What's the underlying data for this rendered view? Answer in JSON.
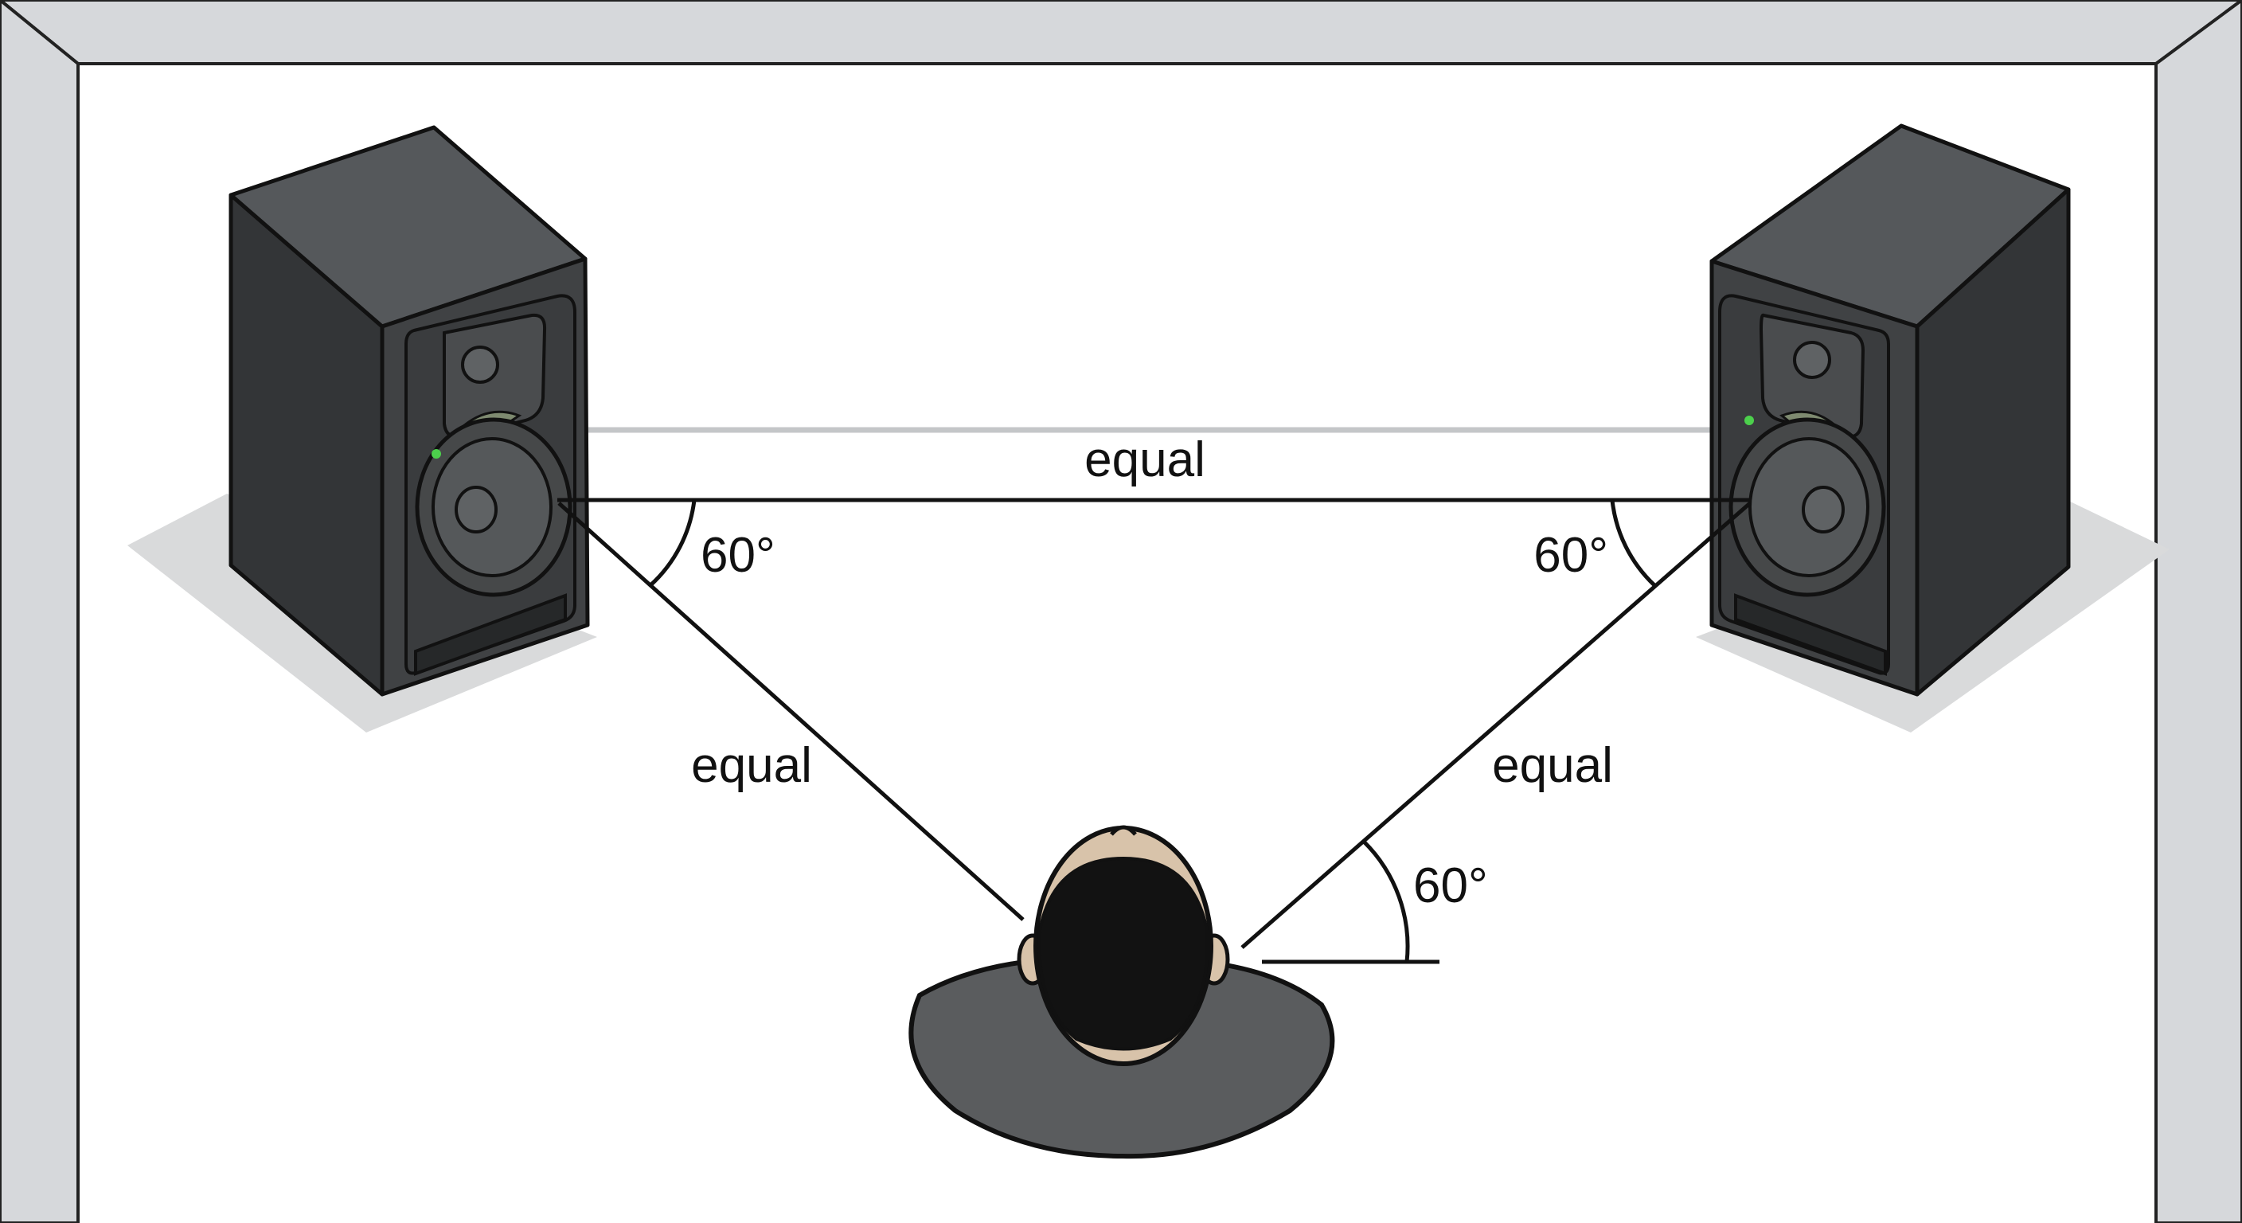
{
  "diagram": {
    "labels": {
      "top_distance": "equal",
      "left_distance": "equal",
      "right_distance": "equal",
      "left_speaker_angle": "60°",
      "right_speaker_angle": "60°",
      "listener_angle": "60°"
    },
    "colors": {
      "wall": "#d6d8db",
      "floor": "#ffffff",
      "speaker_body": "#3f4143",
      "speaker_side": "#333537",
      "speaker_top": "#55585b",
      "shadow": "#d9dadb",
      "led": "#4cd04c",
      "line": "#111111",
      "skin": "#d8c3aa",
      "hair": "#121212",
      "shirt": "#5a5c5e"
    }
  }
}
